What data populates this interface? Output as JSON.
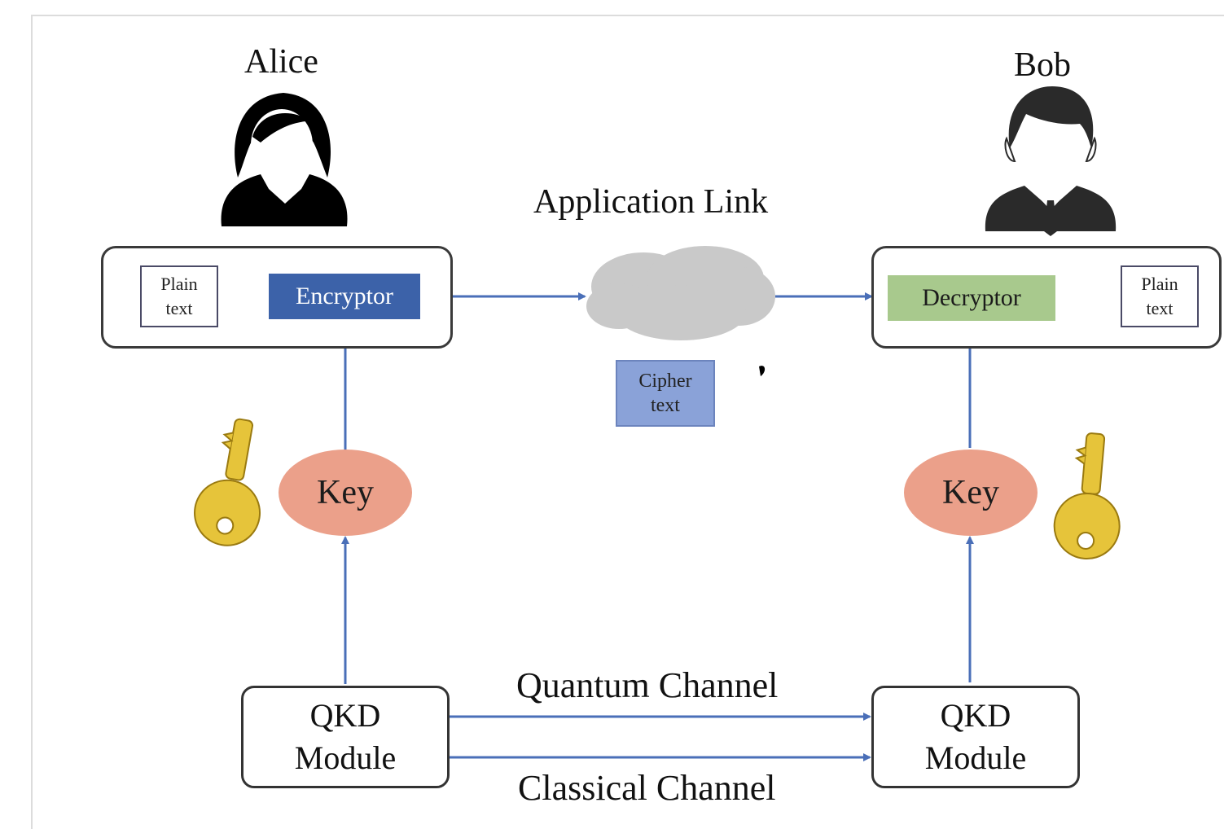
{
  "alice": {
    "name": "Alice"
  },
  "bob": {
    "name": "Bob"
  },
  "application_link": {
    "label": "Application Link"
  },
  "left_panel": {
    "plain_text_line1": "Plain",
    "plain_text_line2": "text",
    "encryptor_label": "Encryptor"
  },
  "right_panel": {
    "decryptor_label": "Decryptor",
    "plain_text_line1": "Plain",
    "plain_text_line2": "text"
  },
  "cipher": {
    "line1": "Cipher",
    "line2": "text"
  },
  "keys": {
    "left_label": "Key",
    "right_label": "Key"
  },
  "qkd_left": {
    "line1": "QKD",
    "line2": "Module"
  },
  "qkd_right": {
    "line1": "QKD",
    "line2": "Module"
  },
  "channels": {
    "quantum": "Quantum Channel",
    "classical": "Classical Channel"
  },
  "colors": {
    "arrow": "#4a6fb8",
    "encryptor": "#3c62a9",
    "decryptor": "#a8c98d",
    "key_oval": "#eba08a",
    "cloud": "#c9c9c9",
    "cipher_doc": "#8aa2d8",
    "key_gold": "#e6c43a"
  },
  "icons": [
    "woman-user-icon",
    "man-user-icon",
    "cloud-icon",
    "gold-key-icon"
  ]
}
